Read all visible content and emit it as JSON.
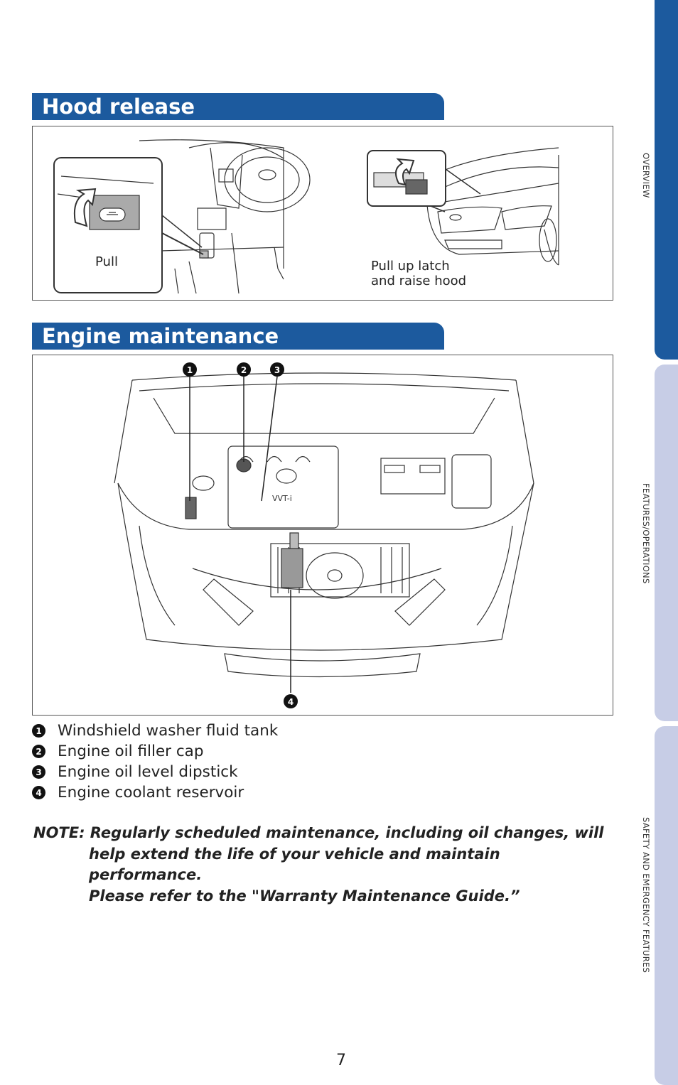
{
  "side_tabs": [
    {
      "label": "OVERVIEW",
      "active": true
    },
    {
      "label": "FEATURES/OPERATIONS",
      "active": false
    },
    {
      "label": "SAFETY AND EMERGENCY FEATURES",
      "active": false
    }
  ],
  "colors": {
    "accent": "#1c5a9e",
    "inactive_tab": "#c7cde6"
  },
  "hood_release": {
    "title": "Hood release",
    "caption_left": "Pull",
    "caption_right": "Pull up latch\nand raise hood"
  },
  "engine_maintenance": {
    "title": "Engine maintenance",
    "callouts": [
      "1",
      "2",
      "3",
      "4"
    ],
    "items": [
      {
        "number": "1",
        "label": "Windshield washer fluid tank"
      },
      {
        "number": "2",
        "label": "Engine oil filler cap"
      },
      {
        "number": "3",
        "label": "Engine oil level dipstick"
      },
      {
        "number": "4",
        "label": "Engine coolant reservoir"
      }
    ],
    "engine_badge": "VVT-i"
  },
  "note": {
    "line1": "NOTE: Regularly scheduled maintenance, including oil changes, will",
    "line2": "help extend the life of your vehicle and maintain performance.",
    "line3": "Please refer to the \"Warranty Maintenance Guide.”"
  },
  "page_number": "7"
}
